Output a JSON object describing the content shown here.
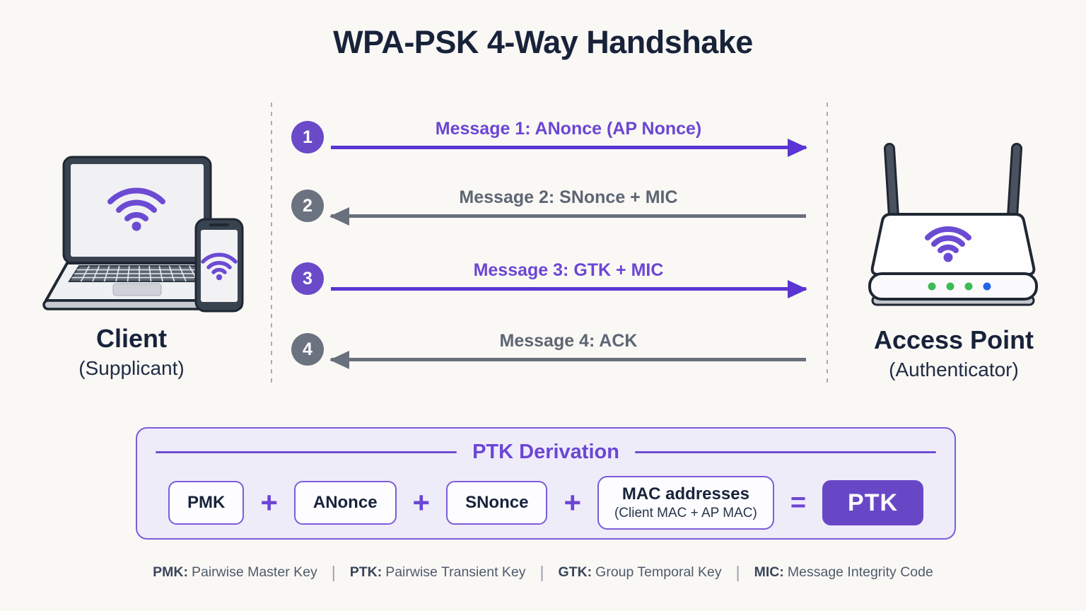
{
  "title": "WPA-PSK 4-Way Handshake",
  "client": {
    "name": "Client",
    "role": "(Supplicant)"
  },
  "access_point": {
    "name": "Access Point",
    "role": "(Authenticator)"
  },
  "sequence": {
    "messages": [
      {
        "number": "1",
        "label": "Message 1: ANonce (AP Nonce)",
        "direction": "right",
        "color": "#6b46d4"
      },
      {
        "number": "2",
        "label": "Message 2: SNonce + MIC",
        "direction": "left",
        "color": "#5d6673"
      },
      {
        "number": "3",
        "label": "Message 3: GTK + MIC",
        "direction": "right",
        "color": "#6b46d4"
      },
      {
        "number": "4",
        "label": "Message 4: ACK",
        "direction": "left",
        "color": "#5d6673"
      }
    ]
  },
  "ptk_panel": {
    "title": "PTK Derivation",
    "operands": [
      {
        "label": "PMK"
      },
      {
        "label": "ANonce"
      },
      {
        "label": "SNonce"
      }
    ],
    "mac_operand": {
      "line1": "MAC addresses",
      "line2": "(Client MAC + AP MAC)"
    },
    "plus_sign": "+",
    "equals_sign": "=",
    "result": "PTK"
  },
  "legend": {
    "divider": "|",
    "items": [
      {
        "abbr": "PMK:",
        "definition": "Pairwise Master Key"
      },
      {
        "abbr": "PTK:",
        "definition": "Pairwise Transient Key"
      },
      {
        "abbr": "GTK:",
        "definition": "Group Temporal Key"
      },
      {
        "abbr": "MIC:",
        "definition": "Message Integrity Code"
      }
    ]
  },
  "colors": {
    "background": "#faf8f5",
    "title_text": "#18233a",
    "purple_text": "#6b46d4",
    "purple_arrow": "#5a35d3",
    "purple_badge": "#6a4ac8",
    "gray_text": "#5d6673",
    "gray_arrow": "#68707c",
    "gray_badge": "#6b7280",
    "panel_bg": "#efecfa",
    "panel_border": "#7a5cd8",
    "result_bg": "#6847c6",
    "led_green": "#3fba58",
    "led_blue": "#2563eb"
  }
}
